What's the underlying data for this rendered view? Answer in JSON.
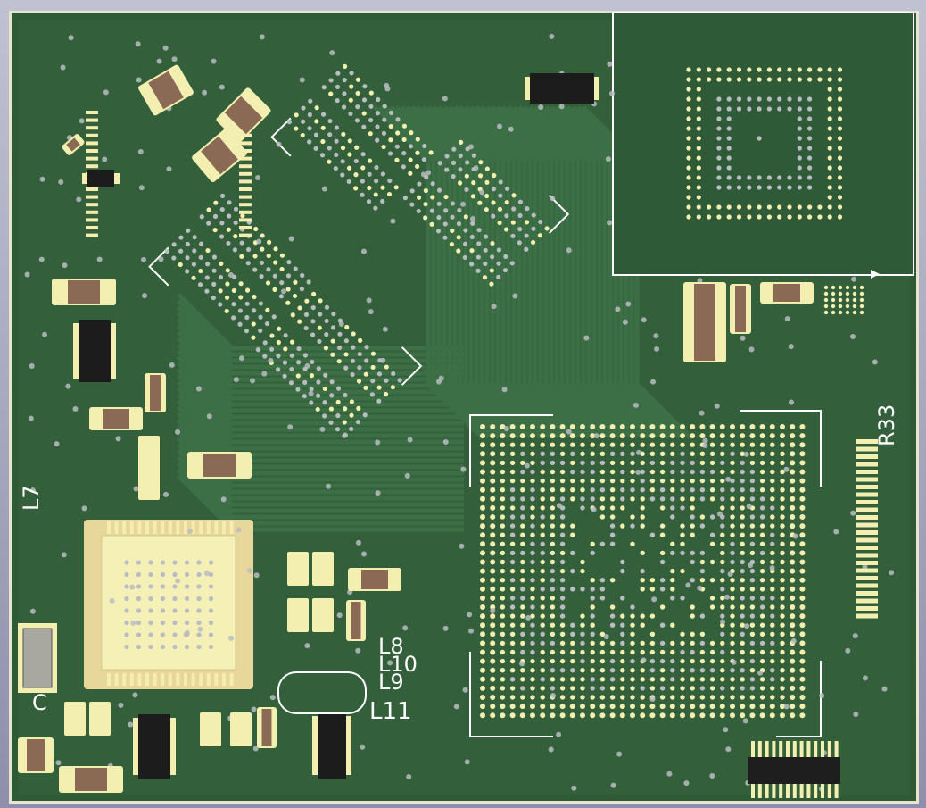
{
  "board": {
    "colors": {
      "background": "#8f91ab",
      "board_edge": "#e8e4cf",
      "soldermask": "#2f5a36",
      "trace": "#3a6d43",
      "pad": "#f2efb0",
      "via": "#b9bdc2",
      "silkscreen": "#ffffff",
      "component_body": "#1c1c1c",
      "passive_body": "#8a6a55",
      "crystal_body": "#a8a8a0"
    },
    "silkscreen_labels": {
      "r33": "R33",
      "l7": "L7",
      "l8": "L8",
      "l10": "L10",
      "l9": "L9",
      "l11": "L11",
      "c_left": "C"
    },
    "components": [
      {
        "name": "bga-main",
        "type": "BGA"
      },
      {
        "name": "bga-memory-1",
        "type": "BGA"
      },
      {
        "name": "bga-memory-2",
        "type": "BGA"
      },
      {
        "name": "bga-memory-3",
        "type": "BGA"
      },
      {
        "name": "bga-memory-4",
        "type": "BGA"
      },
      {
        "name": "bga-shielded",
        "type": "BGA"
      },
      {
        "name": "qfn-controller",
        "type": "QFN"
      },
      {
        "name": "ffc-connector",
        "type": "FPC"
      },
      {
        "name": "crystal",
        "type": "XTAL"
      },
      {
        "name": "pmic-regulators",
        "type": "SOT"
      }
    ]
  }
}
